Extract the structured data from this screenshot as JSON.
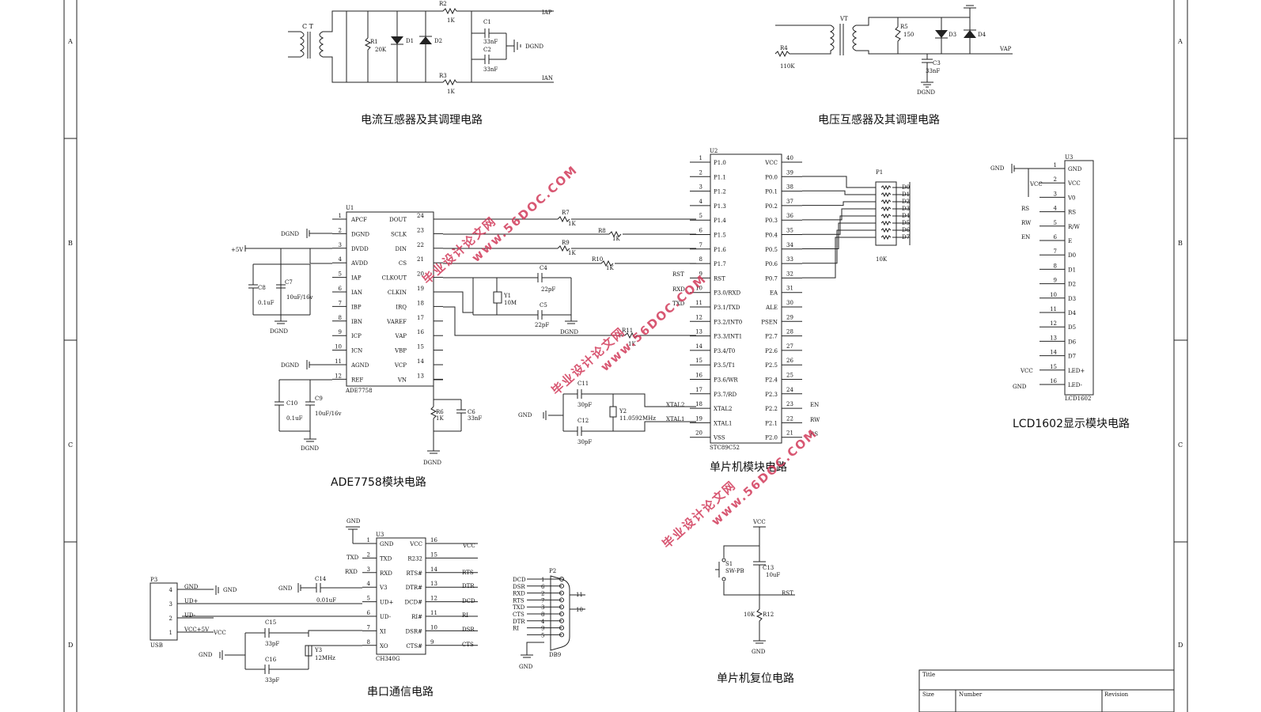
{
  "borders": {
    "zones_left": [
      "A",
      "B",
      "C",
      "D"
    ],
    "zones_right": [
      "A",
      "B",
      "C",
      "D"
    ]
  },
  "current_circuit": {
    "caption": "电流互感器及其调理电路",
    "ct": "C T",
    "r1": "R1",
    "r1v": "20K",
    "d1": "D1",
    "d2": "D2",
    "r2": "R2",
    "r2v": "1K",
    "r3": "R3",
    "r3v": "1K",
    "c1": "C1",
    "c1v": "33nF",
    "c2": "C2",
    "c2v": "33nF",
    "dgnd": "DGND",
    "iap": "IAP",
    "ian": "IAN"
  },
  "voltage_circuit": {
    "caption": "电压互感器及其调理电路",
    "vt": "VT",
    "r4": "R4",
    "r4v": "110K",
    "r5": "R5",
    "r5v": "150",
    "d3": "D3",
    "d4": "D4",
    "c3": "C3",
    "c3v": "33nF",
    "dgnd": "DGND",
    "vap": "VAP"
  },
  "ade7758": {
    "caption": "ADE7758模块电路",
    "ref": "U1",
    "part": "ADE7758",
    "left_pins": [
      {
        "n": "1",
        "name": "APCF"
      },
      {
        "n": "2",
        "name": "DGND"
      },
      {
        "n": "3",
        "name": "DVDD"
      },
      {
        "n": "4",
        "name": "AVDD"
      },
      {
        "n": "5",
        "name": "IAP"
      },
      {
        "n": "6",
        "name": "IAN"
      },
      {
        "n": "7",
        "name": "IBP"
      },
      {
        "n": "8",
        "name": "IBN"
      },
      {
        "n": "9",
        "name": "ICP"
      },
      {
        "n": "10",
        "name": "ICN"
      },
      {
        "n": "11",
        "name": "AGND"
      },
      {
        "n": "12",
        "name": "REF"
      }
    ],
    "right_pins": [
      {
        "n": "24",
        "name": "DOUT"
      },
      {
        "n": "23",
        "name": "SCLK"
      },
      {
        "n": "22",
        "name": "DIN"
      },
      {
        "n": "21",
        "name": "CS"
      },
      {
        "n": "20",
        "name": "CLKOUT"
      },
      {
        "n": "19",
        "name": "CLKIN"
      },
      {
        "n": "18",
        "name": "IRQ"
      },
      {
        "n": "17",
        "name": "VAREF"
      },
      {
        "n": "16",
        "name": "VAP"
      },
      {
        "n": "15",
        "name": "VBP"
      },
      {
        "n": "14",
        "name": "VCP"
      },
      {
        "n": "13",
        "name": "VN"
      }
    ],
    "plus5v": "+5V",
    "dgnd1": "DGND",
    "dgnd2": "DGND",
    "dgnd3": "DGND",
    "dgnd4": "DGND",
    "dgnd5": "DGND",
    "dgnd6": "DGND",
    "c8": "C8",
    "c8v": "0.1uF",
    "c7": "C7",
    "c7v": "10uF/16v",
    "c10": "C10",
    "c10v": "0.1uF",
    "c9": "C9",
    "c9v": "10uF/16v",
    "c4": "C4",
    "c4v": "22pF",
    "c5": "C5",
    "c5v": "22pF",
    "y1": "Y1",
    "y1v": "10M",
    "r6": "R6",
    "r6v": "1K",
    "c6": "C6",
    "c6v": "33nF",
    "r7": "R7",
    "r7v": "1K",
    "r8": "R8",
    "r8v": "1K",
    "r9": "R9",
    "r9v": "1K",
    "r10": "R10",
    "r10v": "1K",
    "r11": "R11",
    "r11v": "1K"
  },
  "mcu": {
    "caption": "单片机模块电路",
    "ref": "U2",
    "part": "STC89C52",
    "left_pins": [
      {
        "n": "1",
        "name": "P1.0"
      },
      {
        "n": "2",
        "name": "P1.1"
      },
      {
        "n": "3",
        "name": "P1.2"
      },
      {
        "n": "4",
        "name": "P1.3"
      },
      {
        "n": "5",
        "name": "P1.4"
      },
      {
        "n": "6",
        "name": "P1.5"
      },
      {
        "n": "7",
        "name": "P1.6"
      },
      {
        "n": "8",
        "name": "P1.7"
      },
      {
        "n": "9",
        "name": "RST"
      },
      {
        "n": "10",
        "name": "P3.0/RXD"
      },
      {
        "n": "11",
        "name": "P3.1/TXD"
      },
      {
        "n": "12",
        "name": "P3.2/INT0"
      },
      {
        "n": "13",
        "name": "P3.3/INT1"
      },
      {
        "n": "14",
        "name": "P3.4/T0"
      },
      {
        "n": "15",
        "name": "P3.5/T1"
      },
      {
        "n": "16",
        "name": "P3.6/WR"
      },
      {
        "n": "17",
        "name": "P3.7/RD"
      },
      {
        "n": "18",
        "name": "XTAL2"
      },
      {
        "n": "19",
        "name": "XTAL1"
      },
      {
        "n": "20",
        "name": "VSS"
      }
    ],
    "right_pins": [
      {
        "n": "40",
        "name": "VCC"
      },
      {
        "n": "39",
        "name": "P0.0"
      },
      {
        "n": "38",
        "name": "P0.1"
      },
      {
        "n": "37",
        "name": "P0.2"
      },
      {
        "n": "36",
        "name": "P0.3"
      },
      {
        "n": "35",
        "name": "P0.4"
      },
      {
        "n": "34",
        "name": "P0.5"
      },
      {
        "n": "33",
        "name": "P0.6"
      },
      {
        "n": "32",
        "name": "P0.7"
      },
      {
        "n": "31",
        "name": "EA"
      },
      {
        "n": "30",
        "name": "ALE"
      },
      {
        "n": "29",
        "name": "PSEN"
      },
      {
        "n": "28",
        "name": "P2.7"
      },
      {
        "n": "27",
        "name": "P2.6"
      },
      {
        "n": "26",
        "name": "P2.5"
      },
      {
        "n": "25",
        "name": "P2.4"
      },
      {
        "n": "24",
        "name": "P2.3"
      },
      {
        "n": "23",
        "name": "P2.2"
      },
      {
        "n": "22",
        "name": "P2.1"
      },
      {
        "n": "21",
        "name": "P2.0"
      }
    ],
    "left_nets": {
      "rst": "RST",
      "rxd": "RXD",
      "txd": "TXD"
    },
    "right_nets": {
      "en": "EN",
      "rw": "RW",
      "rs": "RS"
    },
    "c11": "C11",
    "c11v": "30pF",
    "c12": "C12",
    "c12v": "30pF",
    "y2": "Y2",
    "y2v": "11.0592MHz",
    "xtal2": "XTAL2",
    "xtal1": "XTAL1",
    "gnd": "GND",
    "p1": "P1",
    "p1v": "10K",
    "d_labels": [
      "D0",
      "D1",
      "D2",
      "D3",
      "D4",
      "D5",
      "D6",
      "D7"
    ]
  },
  "lcd": {
    "caption": "LCD1602显示模块电路",
    "ref": "U3",
    "part": "LCD1602",
    "pins": [
      {
        "n": "1",
        "name": "GND"
      },
      {
        "n": "2",
        "name": "VCC"
      },
      {
        "n": "3",
        "name": "V0"
      },
      {
        "n": "4",
        "name": "RS"
      },
      {
        "n": "5",
        "name": "R/W"
      },
      {
        "n": "6",
        "name": "E"
      },
      {
        "n": "7",
        "name": "D0"
      },
      {
        "n": "8",
        "name": "D1"
      },
      {
        "n": "9",
        "name": "D2"
      },
      {
        "n": "10",
        "name": "D3"
      },
      {
        "n": "11",
        "name": "D4"
      },
      {
        "n": "12",
        "name": "D5"
      },
      {
        "n": "13",
        "name": "D6"
      },
      {
        "n": "14",
        "name": "D7"
      },
      {
        "n": "15",
        "name": "LED+"
      },
      {
        "n": "16",
        "name": "LED-"
      }
    ],
    "gnd": "GND",
    "vcc": "VCC",
    "rs": "RS",
    "rw": "RW",
    "en": "EN",
    "vcc2": "VCC",
    "gnd2": "GND"
  },
  "serial": {
    "caption": "串口通信电路",
    "ref": "U3",
    "part": "CH340G",
    "left_pins": [
      {
        "n": "1",
        "name": "GND"
      },
      {
        "n": "2",
        "name": "TXD"
      },
      {
        "n": "3",
        "name": "RXD"
      },
      {
        "n": "4",
        "name": "V3"
      },
      {
        "n": "5",
        "name": "UD+"
      },
      {
        "n": "6",
        "name": "UD-"
      },
      {
        "n": "7",
        "name": "XI"
      },
      {
        "n": "8",
        "name": "XO"
      }
    ],
    "right_pins": [
      {
        "n": "16",
        "name": "VCC"
      },
      {
        "n": "15",
        "name": "R232"
      },
      {
        "n": "14",
        "name": "RTS#"
      },
      {
        "n": "13",
        "name": "DTR#"
      },
      {
        "n": "12",
        "name": "DCD#"
      },
      {
        "n": "11",
        "name": "RI#"
      },
      {
        "n": "10",
        "name": "DSR#"
      },
      {
        "n": "9",
        "name": "CTS#"
      }
    ],
    "left_nets": {
      "txd": "TXD",
      "rxd": "RXD"
    },
    "right_nets": {
      "vcc": "VCC",
      "rts": "RTS",
      "dtr": "DTR",
      "dcd": "DCD",
      "ri": "RI",
      "dsr": "DSR",
      "cts": "CTS"
    },
    "gnd": "GND",
    "c14": "C14",
    "c14v": "0.01uF",
    "c15": "C15",
    "c15v": "33pF",
    "c16": "C16",
    "c16v": "33pF",
    "y3": "Y3",
    "y3v": "12MHz",
    "gnd2": "GND",
    "gnd3": "GND",
    "usb_ref": "P3",
    "usb_part": "USB",
    "usb_pins": [
      {
        "n": "4",
        "name": "GND"
      },
      {
        "n": "3",
        "name": "UD+"
      },
      {
        "n": "2",
        "name": "UD-"
      },
      {
        "n": "1",
        "name": "VCC+5V"
      }
    ],
    "usb_gnd": "GND",
    "usb_vcc": "VCC",
    "db9_ref": "P2",
    "db9_part": "DB9",
    "db9_nets": [
      "DCD",
      "DSR",
      "RXD",
      "RTS",
      "TXD",
      "CTS",
      "DTR",
      "RI"
    ],
    "db9_pins": [
      "1",
      "6",
      "2",
      "7",
      "3",
      "8",
      "4",
      "9",
      "5"
    ],
    "db9_out": [
      "11",
      "10"
    ],
    "db9_gnd": "GND"
  },
  "reset": {
    "caption": "单片机复位电路",
    "vcc": "VCC",
    "s1": "S1",
    "s1v": "SW-PB",
    "c13": "C13",
    "c13v": "10uF",
    "rst": "RST",
    "r12": "R12",
    "r12v": "10K",
    "gnd": "GND"
  },
  "title_block": {
    "title": "Title",
    "size": "Size",
    "number": "Number",
    "revision": "Revision"
  },
  "watermark": {
    "cn": "毕业设计论文网",
    "url": "www.56DOC.COM"
  }
}
